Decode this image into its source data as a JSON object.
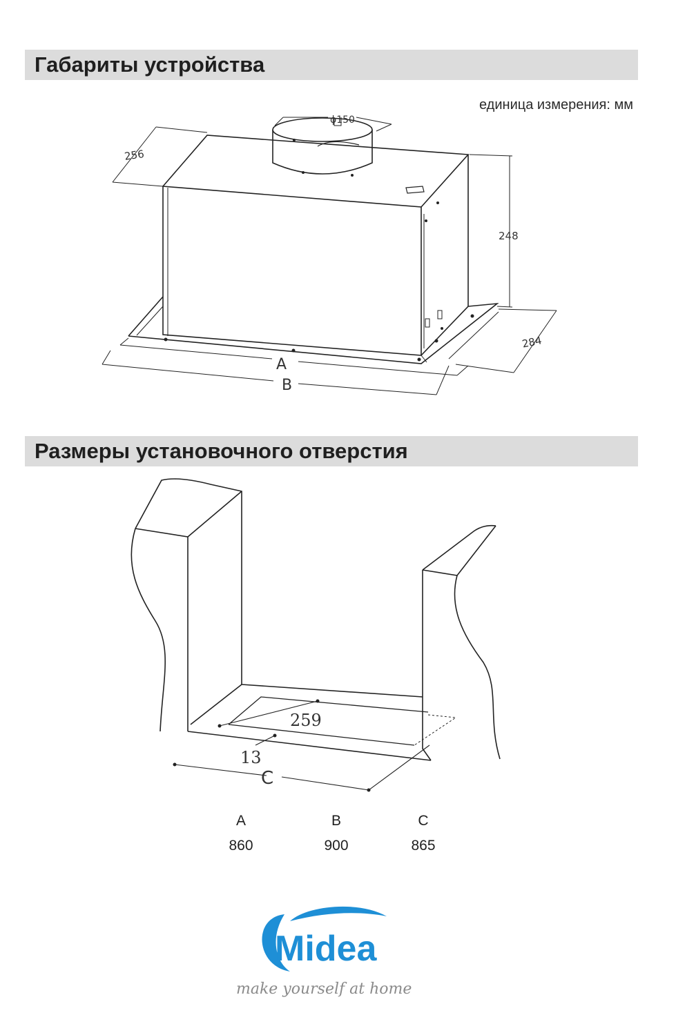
{
  "section1": {
    "title": "Габариты устройства",
    "unit_note": "единица измерения: мм"
  },
  "drawing1": {
    "labels": {
      "diameter": "ϕ150",
      "depth_top": "256",
      "height": "248",
      "depth_bottom": "284",
      "width_a": "A",
      "width_b": "B"
    }
  },
  "section2": {
    "title": "Размеры установочного отверстия"
  },
  "drawing2": {
    "labels": {
      "cutout_depth": "259",
      "offset": "13",
      "width_c": "C"
    }
  },
  "dimensions": {
    "columns": [
      {
        "label": "A",
        "value": "860"
      },
      {
        "label": "B",
        "value": "900"
      },
      {
        "label": "C",
        "value": "865"
      }
    ]
  },
  "brand": {
    "logo": "Midea",
    "tagline": "make yourself at home",
    "colors": {
      "logo_blue": "#1e8fd6",
      "tagline_gray": "#8a8a8a"
    }
  }
}
